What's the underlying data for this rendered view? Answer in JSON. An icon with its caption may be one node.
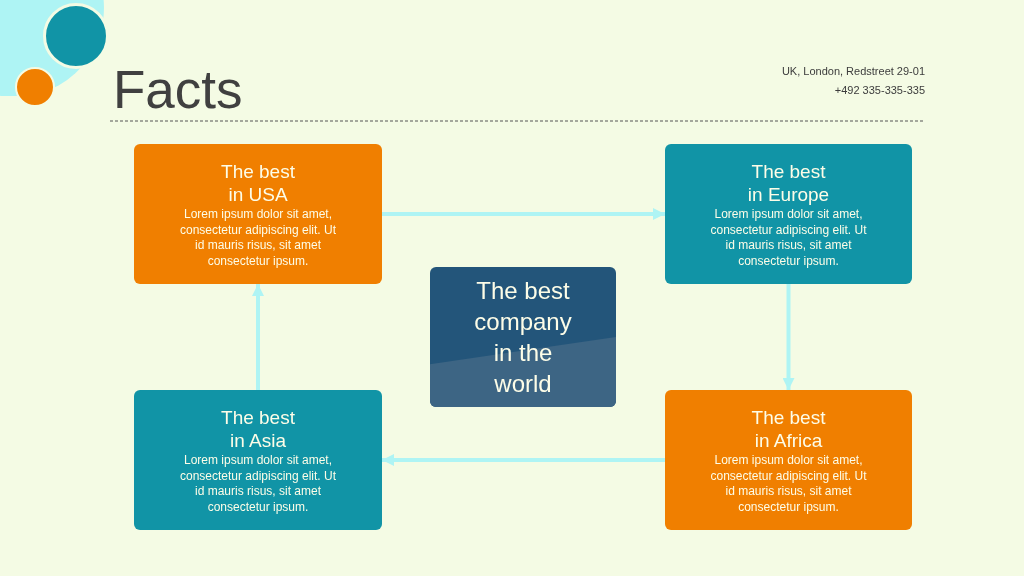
{
  "diagram": {
    "title": "Facts",
    "nodes": [
      {
        "text": [
          "The best in USA",
          "Lorem ipsum dolor sit amet, consectetur adipiscing elit. Ut id mauris risus, sit amet consectetur ipsum."
        ]
      },
      {
        "text": [
          "The best in Europe",
          "Lorem ipsum dolor sit amet, consectetur adipiscing elit. Ut id mauris risus, sit amet consectetur ipsum."
        ]
      },
      {
        "text": [
          "The best company in the world"
        ]
      },
      {
        "text": [
          "The best in Asia",
          "Lorem ipsum dolor sit amet, consectetur adipiscing elit. Ut id mauris risus, sit amet consectetur ipsum."
        ]
      },
      {
        "text": [
          "The best in Africa",
          "Lorem ipsum dolor sit amet, consectetur adipiscing elit. Ut id mauris risus, sit amet consectetur ipsum."
        ]
      }
    ],
    "edges": [
      {
        "from": 0,
        "to": 1,
        "arrow": "to"
      },
      {
        "from": 1,
        "to": 4,
        "arrow": "to"
      },
      {
        "from": 4,
        "to": 3,
        "arrow": "to"
      },
      {
        "from": 3,
        "to": 0,
        "arrow": "to"
      }
    ],
    "labels": [
      "UK, London, Redstreet 29-01",
      "+492 335-335-335"
    ]
  }
}
